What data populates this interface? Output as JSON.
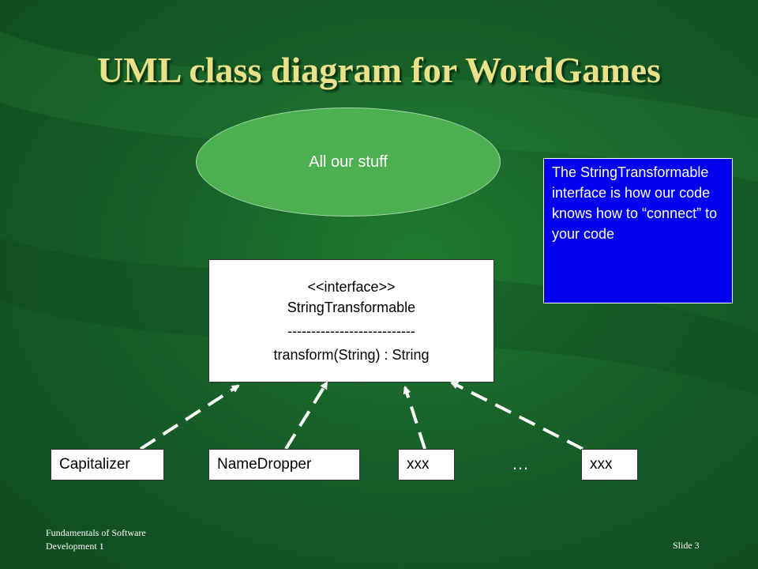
{
  "title": "UML class diagram for WordGames",
  "ellipse_label": "All our stuff",
  "interface": {
    "stereotype": "<<interface>>",
    "name": "StringTransformable",
    "separator": "---------------------------",
    "method": "transform(String) : String"
  },
  "note": "The StringTransformable interface is how our code knows how to “connect” to your code",
  "classes": [
    "Capitalizer",
    "NameDropper",
    "xxx",
    "xxx"
  ],
  "ellipsis": "…",
  "footer": {
    "left_line1": "Fundamentals of Software",
    "left_line2": "Development 1",
    "slide": "Slide 3"
  },
  "colors": {
    "background": "#17602a",
    "title": "#e9e08a",
    "ellipse": "#4caf50",
    "note_bg": "#0000ee"
  }
}
